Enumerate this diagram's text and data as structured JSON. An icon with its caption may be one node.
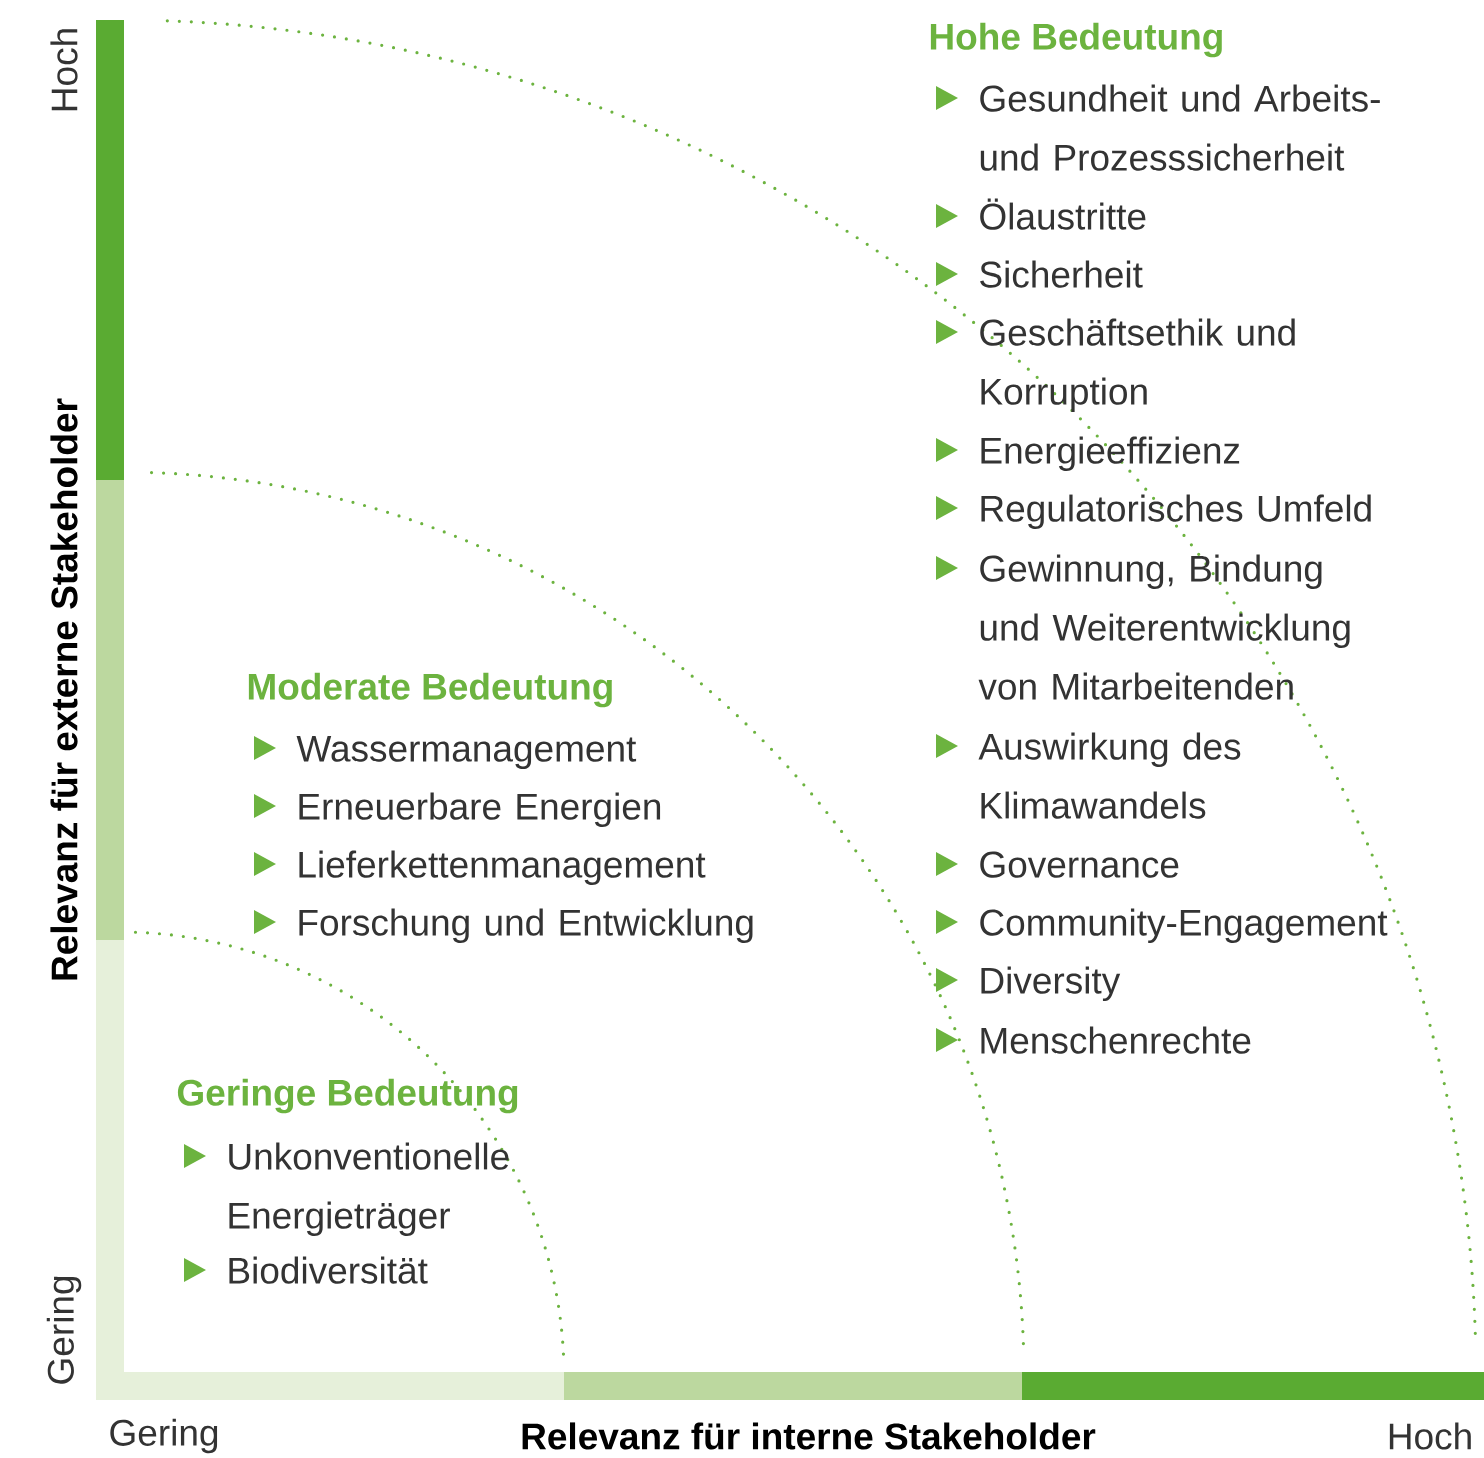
{
  "diagram": {
    "labels": [
      "Hohe Bedeutung",
      "Gesundheit und Arbeits- und Prozesssicherheit",
      "Ölaustritte",
      "Sicherheit",
      "Geschäftsethik und Korruption",
      "Energieeffizienz",
      "Regulatorisches Umfeld",
      "Gewinnung, Bindung und Weiterentwicklung von Mitarbeitenden",
      "Auswirkung des Klimawandels",
      "Governance",
      "Community-Engagement",
      "Diversity",
      "Menschenrechte",
      "Moderate Bedeutung",
      "Wassermanagement",
      "Erneuerbare Energien",
      "Lieferkettenmanagement",
      "Forschung und Entwicklung",
      "Geringe Bedeutung",
      "Unkonventionelle Energieträger",
      "Biodiversität",
      "Hoch",
      "Relevanz für externe Stakeholder",
      "Gering",
      "Gering",
      "Relevanz für interne Stakeholder",
      "Hoch"
    ]
  }
}
